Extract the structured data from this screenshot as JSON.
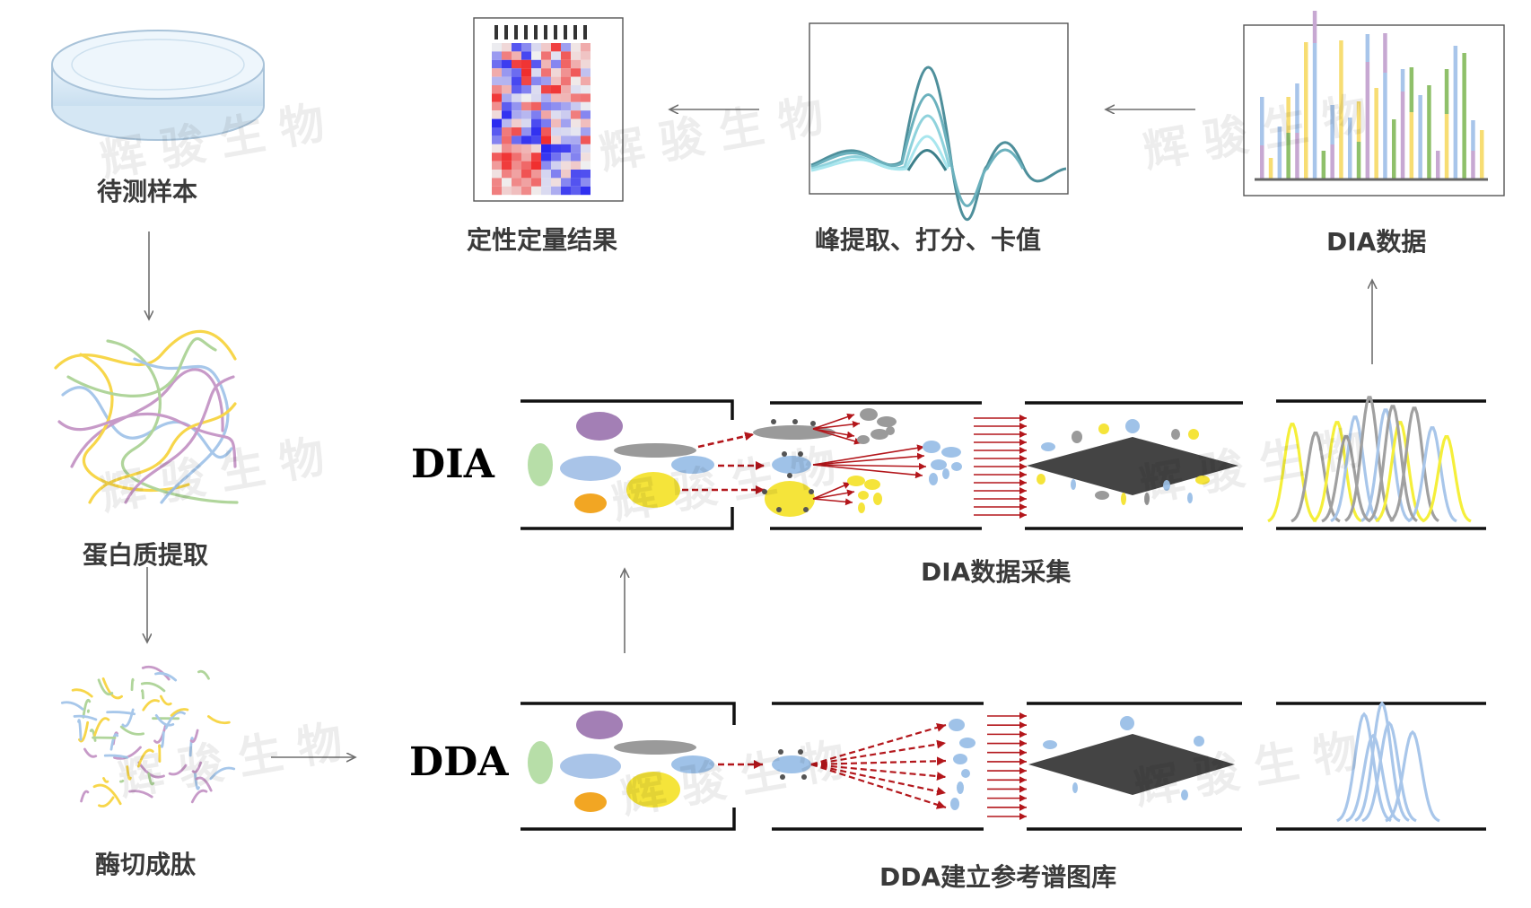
{
  "labels": {
    "sample": "待测样本",
    "protein": "蛋白质提取",
    "digest": "酶切成肽",
    "quant": "定性定量结果",
    "peak": "峰提取、打分、卡值",
    "dia_data": "DIA数据",
    "dia": "DIA",
    "dda": "DDA",
    "dia_acq": "DIA数据采集",
    "dda_lib": "DDA建立参考谱图库"
  },
  "watermark": "辉 骏 生 物",
  "colors": {
    "arrow_gray": "#6f6f6f",
    "red_arrow": "#b3161b",
    "purple": "#a37fb5",
    "gray": "#9a9a9a",
    "blue": "#9fc2e8",
    "yellow": "#f5e43a",
    "orange": "#f2a623",
    "green": "#b7dea8",
    "teal": "#5aa4b0",
    "dark_plate": "#444444"
  },
  "icons": [
    "petri-dish-icon",
    "protein-strands-icon",
    "peptide-strands-icon",
    "heatmap-thumbnail-icon",
    "peak-chromatogram-icon",
    "bar-spectrum-icon"
  ]
}
